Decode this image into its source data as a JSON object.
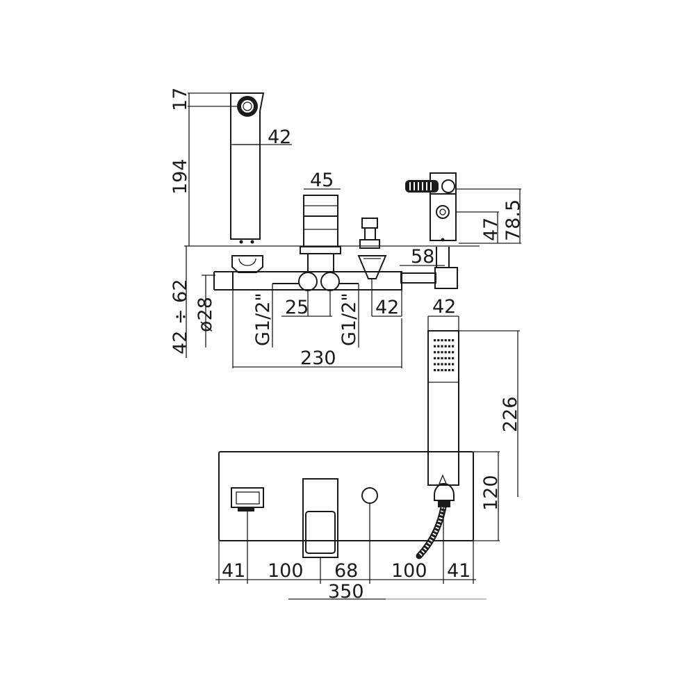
{
  "drawing": {
    "spout_top_height": "17",
    "spout_width": "42",
    "spout_height": "194",
    "diverter_width": "45",
    "handset_holder_top": "78.5",
    "handset_holder_mid": "47",
    "outlet_offset": "58",
    "deck_thickness": "42 ÷ 62",
    "pipe_diameter": "ø28",
    "inlet_left": "G1/2\"",
    "inlet_right": "G1/2\"",
    "inlet_spacing": "25",
    "valve_width": "42",
    "overall_depth": "230",
    "shower_head_width": "42",
    "shower_head_length": "226",
    "plate_depth": "120",
    "plan_spacing_1": "41",
    "plan_spacing_2": "100",
    "plan_spacing_3": "68",
    "plan_spacing_4": "100",
    "plan_spacing_5": "41",
    "overall_width": "350"
  }
}
